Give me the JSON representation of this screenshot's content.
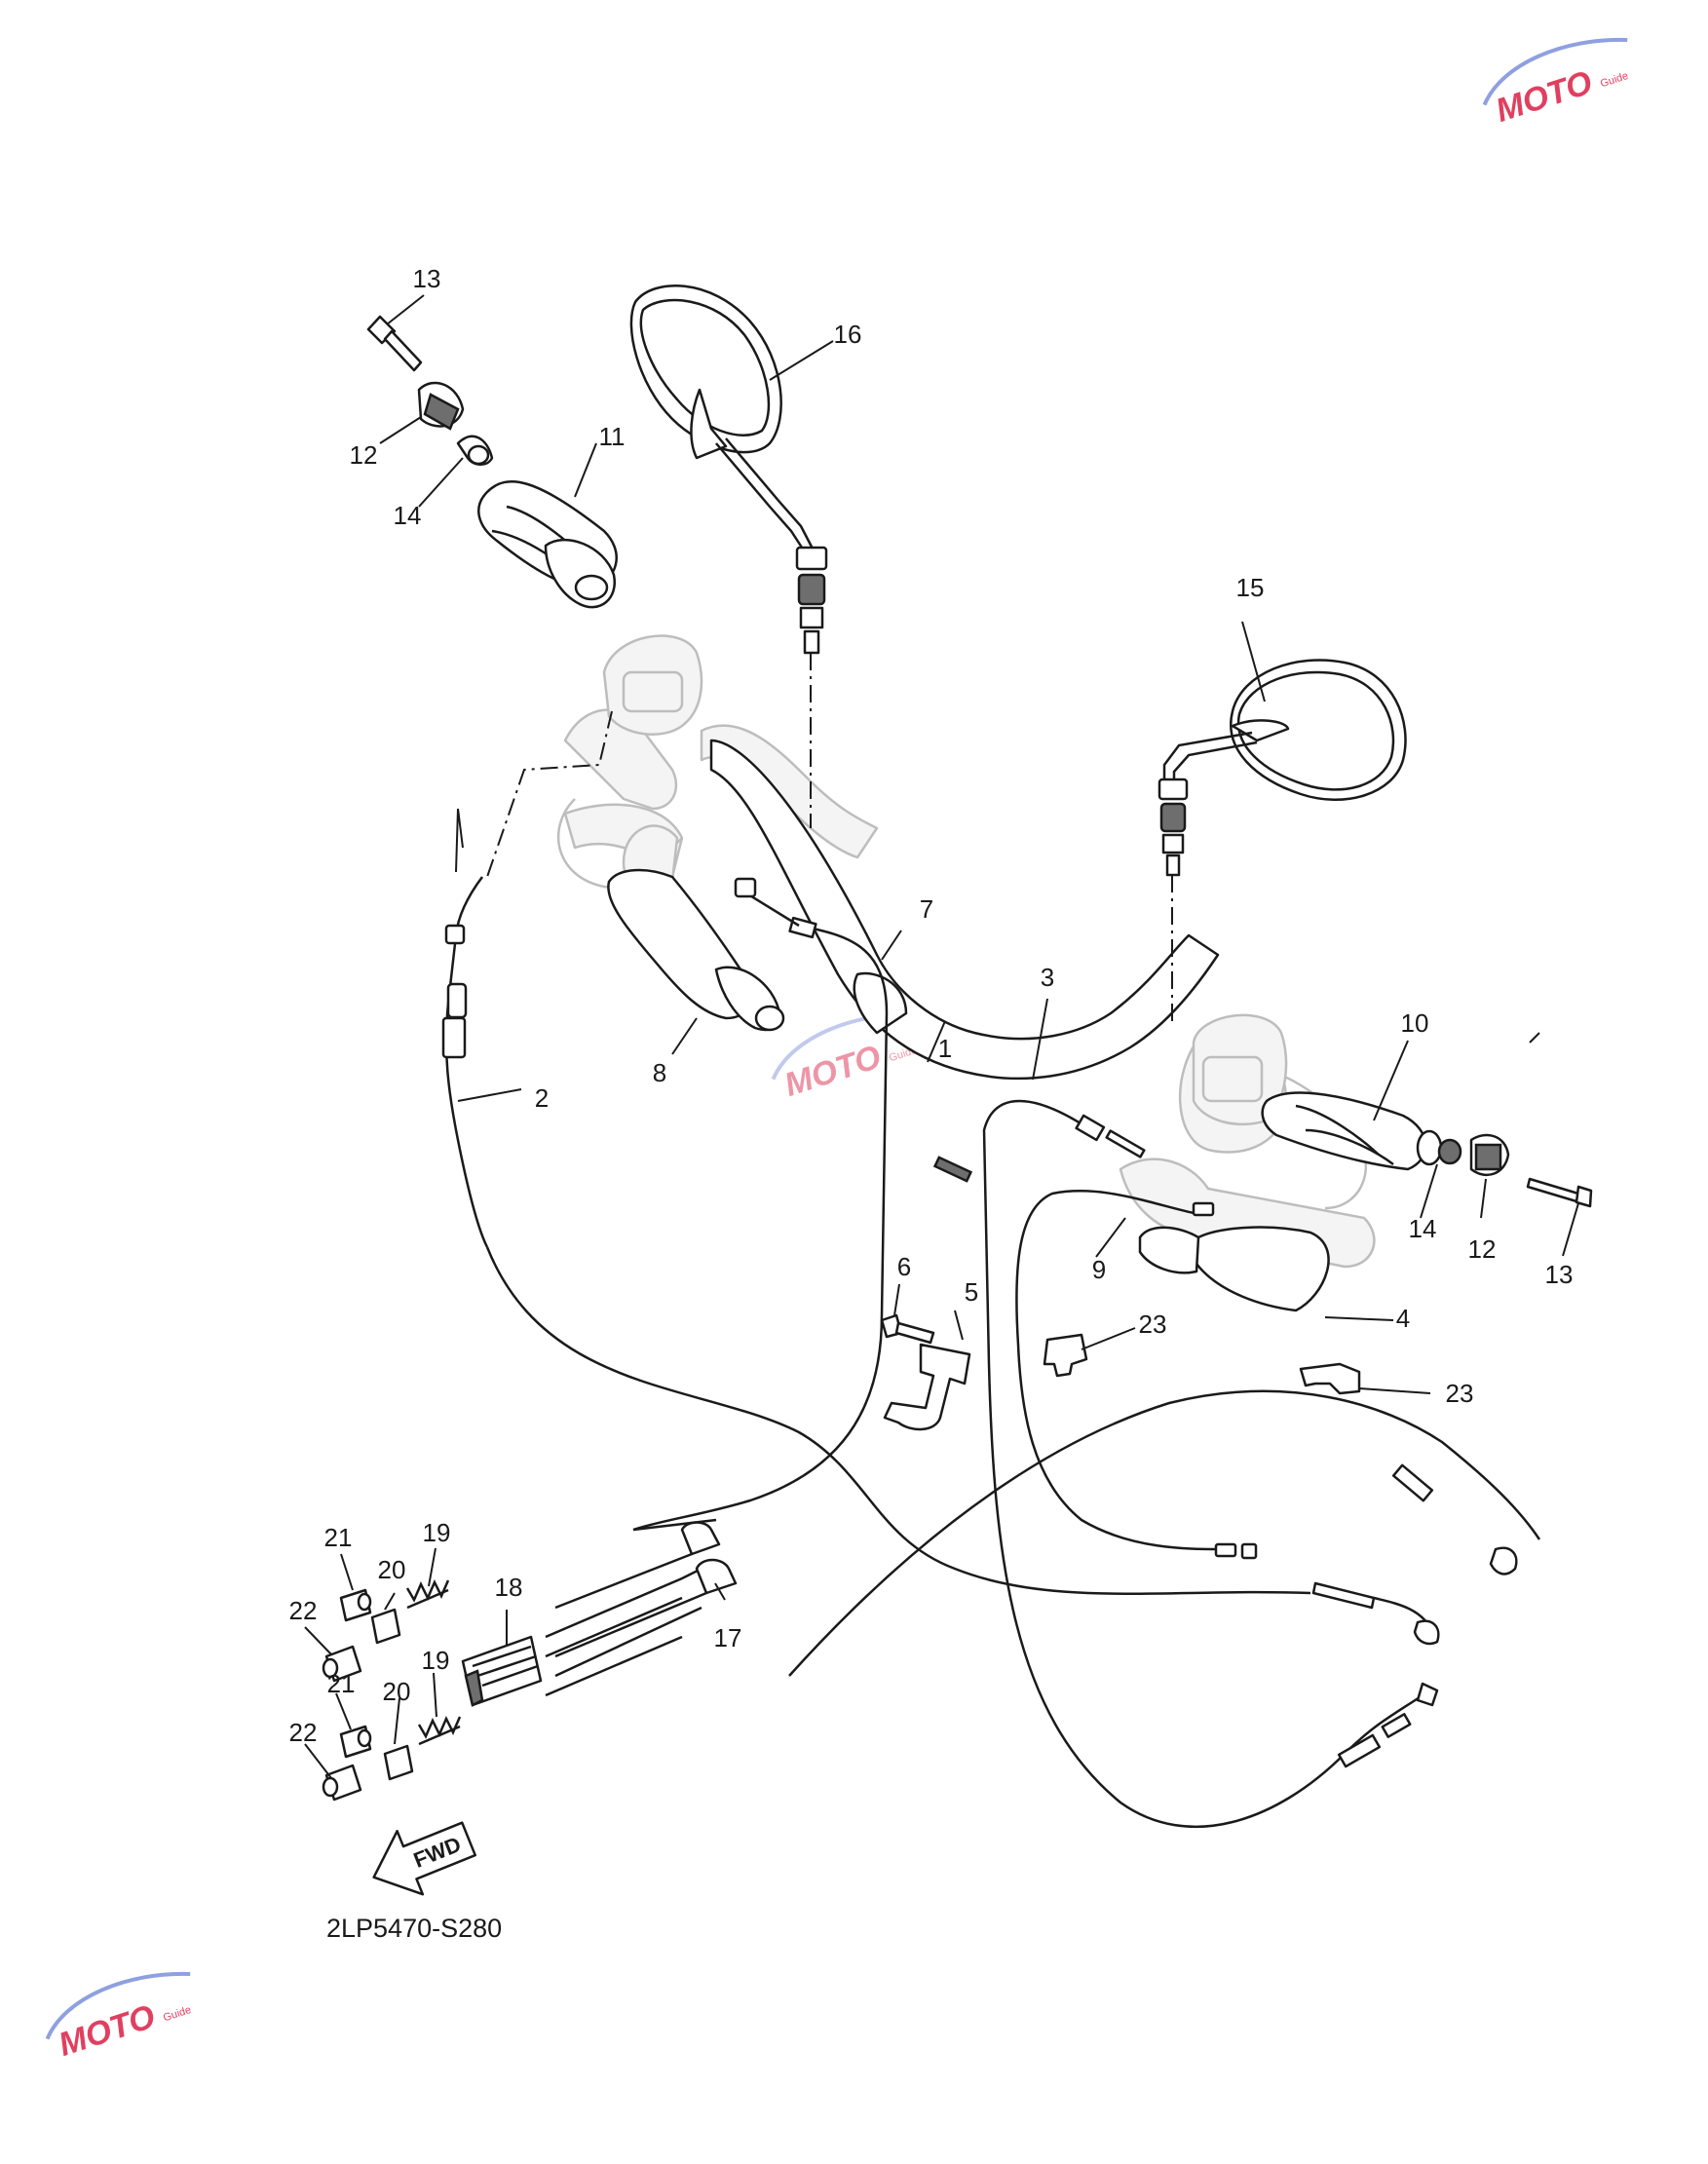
{
  "diagram_code": "2LP5470-S280",
  "arrow_label": "FWD",
  "watermark": {
    "brand": "MOTO",
    "sub": "Guide",
    "color": "#e04060"
  },
  "callouts": [
    {
      "id": "c1",
      "label": "1"
    },
    {
      "id": "c2",
      "label": "2"
    },
    {
      "id": "c3",
      "label": "3"
    },
    {
      "id": "c4",
      "label": "4"
    },
    {
      "id": "c5",
      "label": "5"
    },
    {
      "id": "c6",
      "label": "6"
    },
    {
      "id": "c7",
      "label": "7"
    },
    {
      "id": "c8",
      "label": "8"
    },
    {
      "id": "c9",
      "label": "9"
    },
    {
      "id": "c10",
      "label": "10"
    },
    {
      "id": "c11",
      "label": "11"
    },
    {
      "id": "c12a",
      "label": "12"
    },
    {
      "id": "c12b",
      "label": "12"
    },
    {
      "id": "c13a",
      "label": "13"
    },
    {
      "id": "c13b",
      "label": "13"
    },
    {
      "id": "c14a",
      "label": "14"
    },
    {
      "id": "c14b",
      "label": "14"
    },
    {
      "id": "c15",
      "label": "15"
    },
    {
      "id": "c16",
      "label": "16"
    },
    {
      "id": "c17",
      "label": "17"
    },
    {
      "id": "c18",
      "label": "18"
    },
    {
      "id": "c19a",
      "label": "19"
    },
    {
      "id": "c19b",
      "label": "19"
    },
    {
      "id": "c20a",
      "label": "20"
    },
    {
      "id": "c20b",
      "label": "20"
    },
    {
      "id": "c21a",
      "label": "21"
    },
    {
      "id": "c21b",
      "label": "21"
    },
    {
      "id": "c22a",
      "label": "22"
    },
    {
      "id": "c22b",
      "label": "22"
    },
    {
      "id": "c23a",
      "label": "23"
    },
    {
      "id": "c23b",
      "label": "23"
    }
  ]
}
